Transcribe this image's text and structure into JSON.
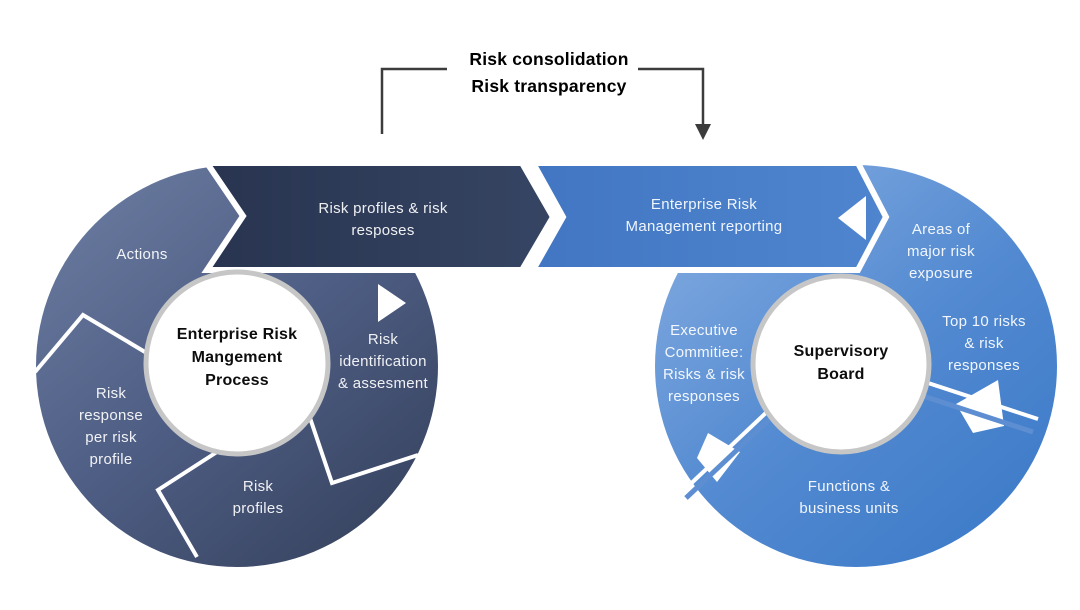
{
  "title": "Risk consolidation\nRisk transparency",
  "left_cycle": {
    "band_label": "Risk profiles & risk\nresposes",
    "center_label": "Enterprise Risk\nMangement\nProcess",
    "segments": {
      "actions": "Actions",
      "risk_identification": "Risk\nidentification\n& assesment",
      "risk_profiles": "Risk\nprofiles",
      "risk_response": "Risk\nresponse\nper risk\nprofile"
    }
  },
  "right_cycle": {
    "band_label": "Enterprise Risk\nManagement reporting",
    "center_label": "Supervisory\nBoard",
    "segments": {
      "areas_of_exposure": "Areas of\nmajor risk\nexposure",
      "top_10_risks": "Top 10 risks\n& risk\nresponses",
      "functions": "Functions &\nbusiness units",
      "executive_committee": "Executive\nCommitiee:\nRisks & risk\nresponses"
    }
  },
  "colors": {
    "background": "#ffffff",
    "left_wheel_light": "#6e7fa4",
    "left_wheel_dark": "#36425e",
    "dark_band_start": "#283450",
    "dark_band_end": "#364563",
    "blue_band_start": "#4276c3",
    "blue_band_end": "#4f85ce",
    "right_wheel_light": "#8ab0e3",
    "right_wheel_dark": "#3c7ac8",
    "separator_white": "#ffffff",
    "center_ring_gray": "#c6c6c6",
    "title_text": "#000000",
    "wheel_text": "#e9eef6"
  }
}
